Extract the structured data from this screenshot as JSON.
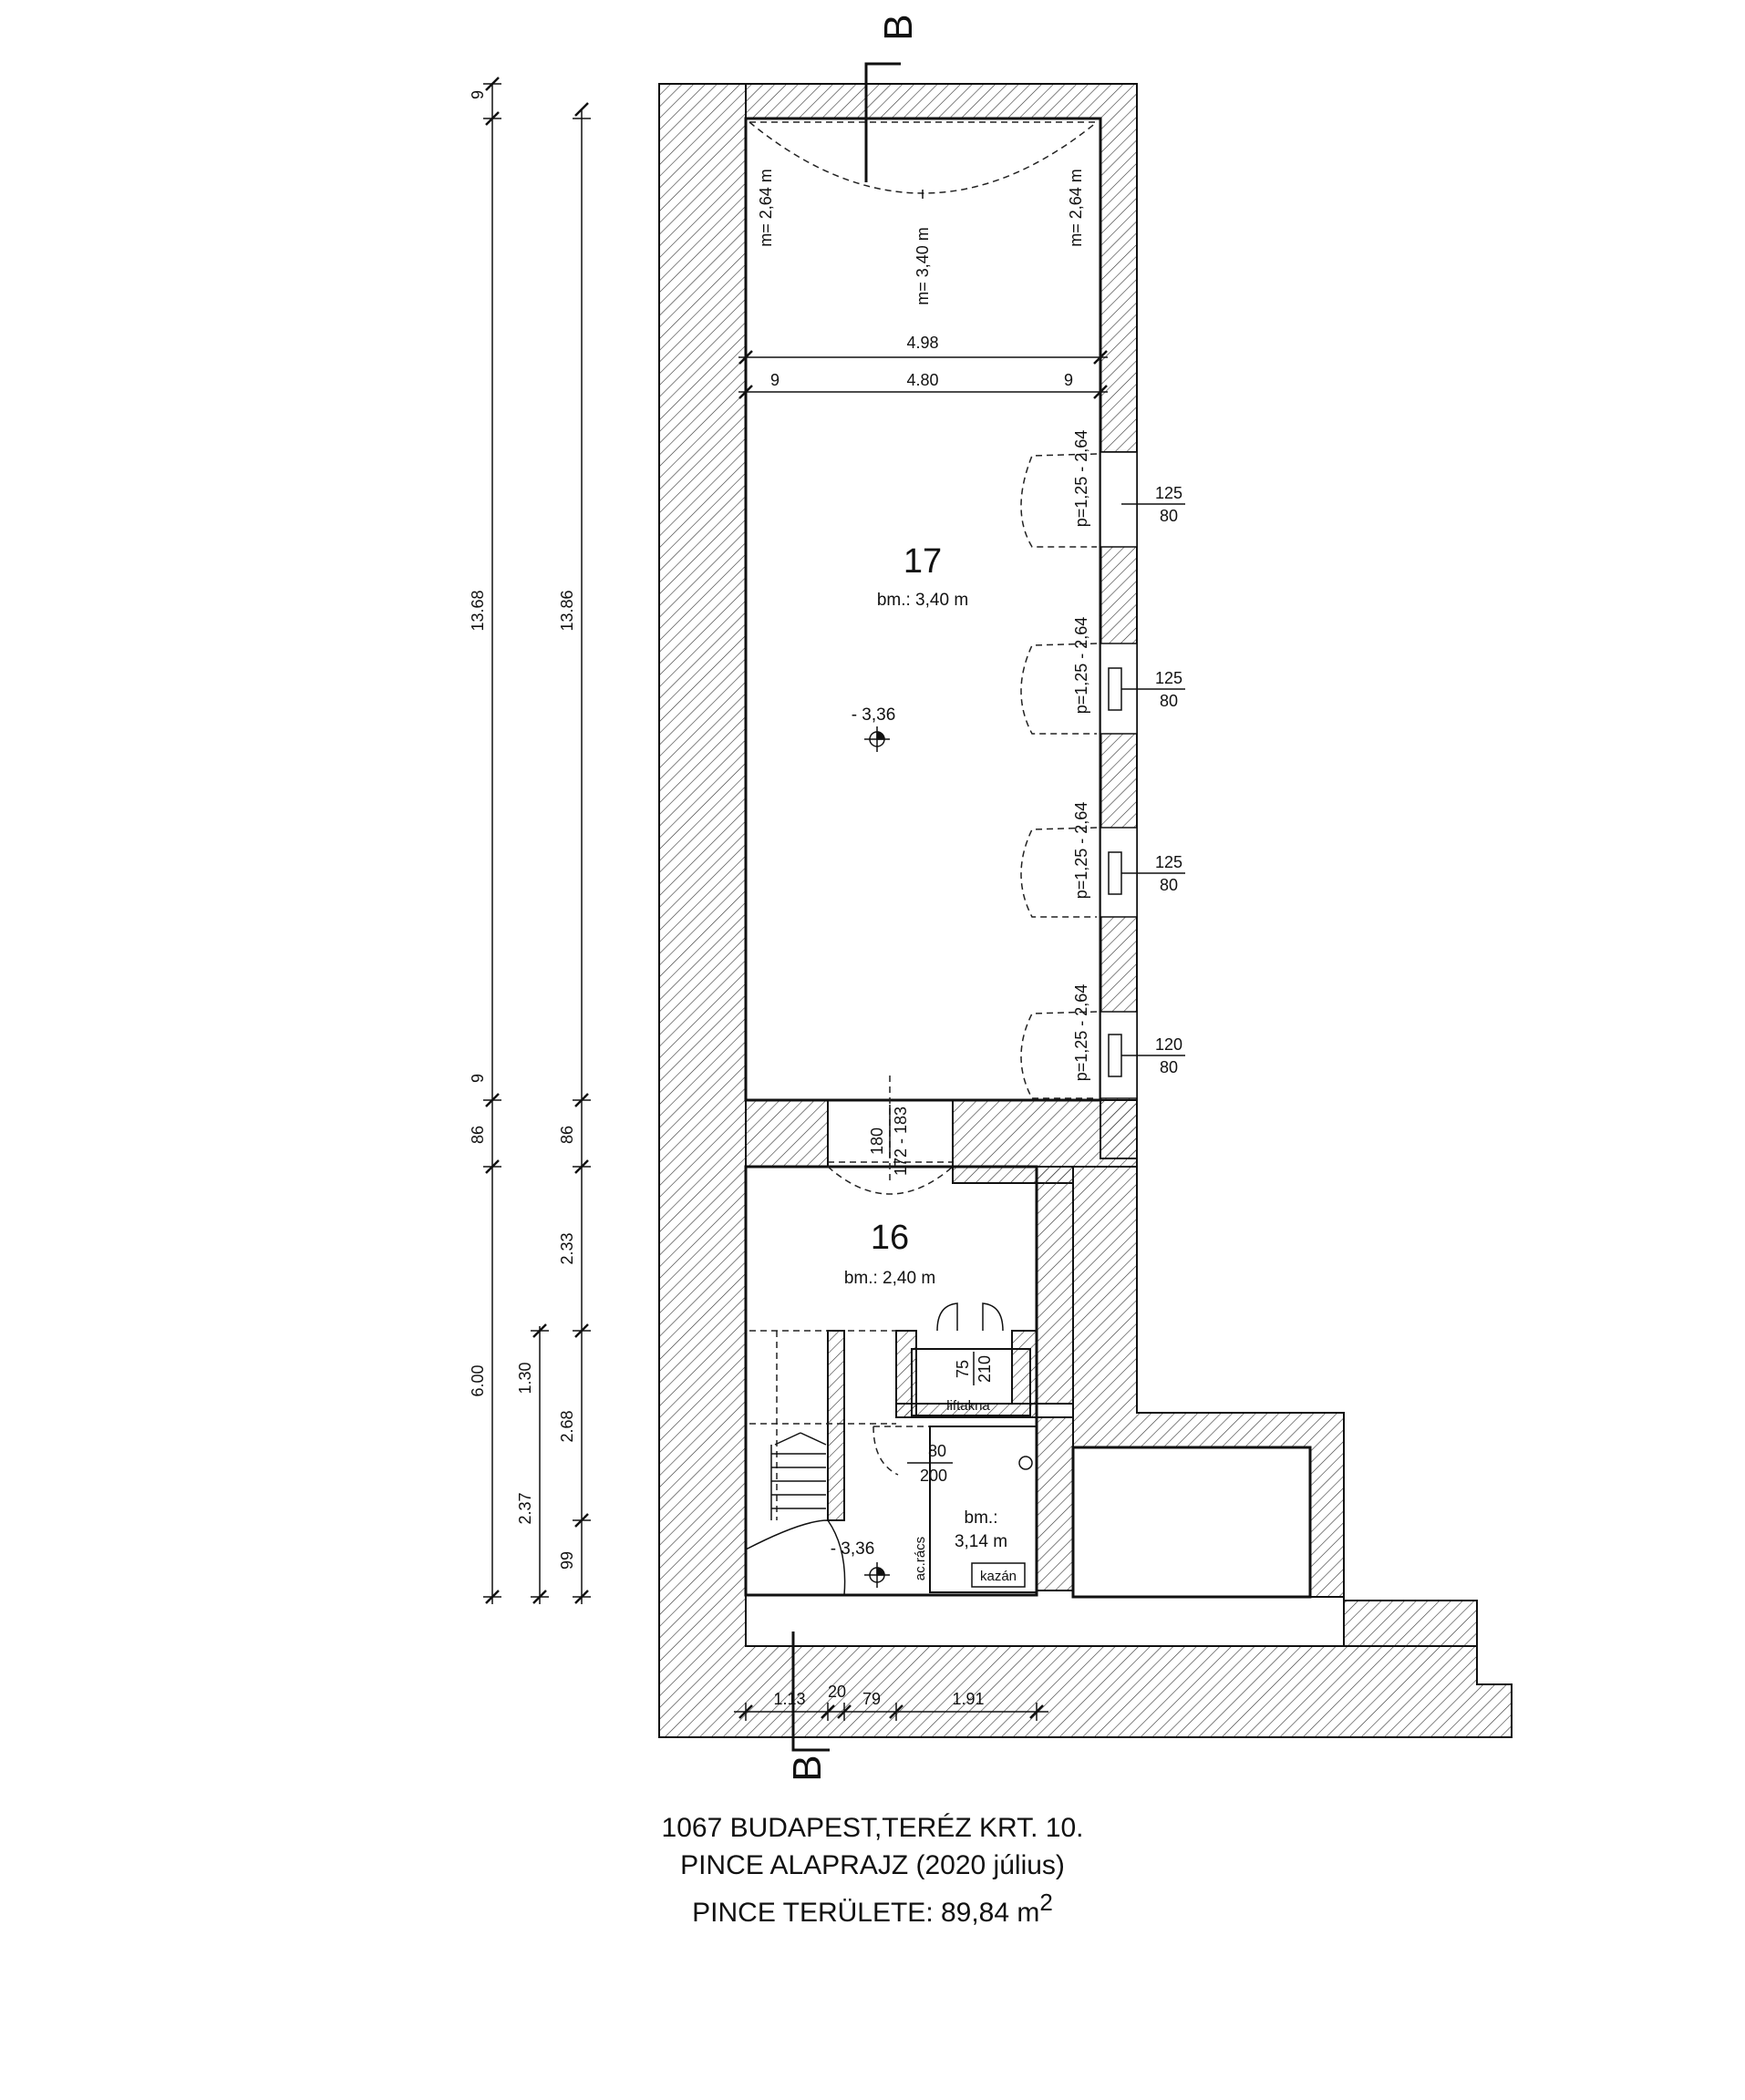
{
  "rooms": {
    "r17": {
      "number": "17",
      "height": "bm.: 3,40 m"
    },
    "r16": {
      "number": "16",
      "height": "bm.: 2,40 m"
    },
    "boiler": {
      "height_prefix": "bm.:",
      "height_value": "3,14 m",
      "kazan": "kazán",
      "grate": "ac.rács"
    },
    "lift": {
      "name": "liftakna",
      "w": "75",
      "h": "210"
    }
  },
  "vault_heights": {
    "left": "m= 2,64 m",
    "center": "m= 3,40 m",
    "right": "m= 2,64 m"
  },
  "levels": {
    "main": "- 3,36",
    "lower": "- 3,36"
  },
  "section_marks": {
    "top": "B",
    "bottom": "B"
  },
  "horizontal_dims": {
    "overall": "4.98",
    "left_wall": "9",
    "inner": "4.80",
    "right_wall": "9",
    "bottom": [
      "1.13",
      "20",
      "79",
      "1.91"
    ]
  },
  "vertical_dims_outer": [
    "9",
    "13.68",
    "9",
    "86",
    "6.00"
  ],
  "vertical_dims_middle": [
    "13.86",
    "86",
    "2.33",
    "2.68",
    "99"
  ],
  "vertical_dims_inner": [
    "1.30",
    "2.37"
  ],
  "windows": [
    {
      "sill": "p=1,25 - 2,64",
      "w": "125",
      "h": "80"
    },
    {
      "sill": "p=1,25 - 2,64",
      "w": "125",
      "h": "80"
    },
    {
      "sill": "p=1,25 - 2,64",
      "w": "125",
      "h": "80"
    },
    {
      "sill": "p=1,25 - 2,64",
      "w": "120",
      "h": "80"
    }
  ],
  "doors": {
    "main": {
      "w": "180",
      "h": "172 - 183"
    },
    "boiler": {
      "w": "80",
      "h": "200"
    }
  },
  "title": {
    "address": "1067 BUDAPEST,TERÉZ KRT. 10.",
    "plan": "PINCE ALAPRAJZ (2020 július)",
    "area_label": "PINCE TERÜLETE: 89,84 m",
    "area_unit_exp": "2"
  }
}
